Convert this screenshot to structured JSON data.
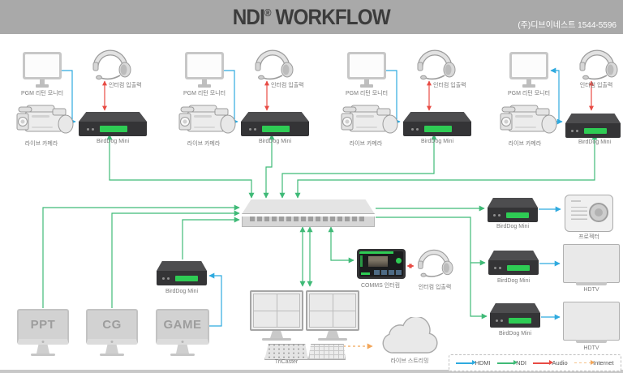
{
  "header": {
    "title_name": "NDI",
    "title_reg": "®",
    "title_suffix": " WORKFLOW",
    "company": "(주)디브이네스트 1544-5596"
  },
  "labels": {
    "pgm_monitor": "PGM 리턴 모니터",
    "intercom_io": "인터컴 입출력",
    "live_camera": "라이브 카메라",
    "birddog": "BirdDog Mini",
    "projector": "프로젝터",
    "hdtv": "HDTV",
    "ppt": "PPT",
    "cg": "CG",
    "game": "GAME",
    "tricaster": "TriCaster",
    "comms": "COMMS 인터컴",
    "streaming": "라이브 스트리밍"
  },
  "legend": {
    "items": [
      {
        "label": "HDMI",
        "color": "#2faadf",
        "style": "solid"
      },
      {
        "label": "NDI",
        "color": "#3fba77",
        "style": "solid"
      },
      {
        "label": "Audio",
        "color": "#e84b44",
        "style": "solid"
      },
      {
        "label": "Internet",
        "color": "#f2a65a",
        "style": "dashed"
      }
    ]
  },
  "colors": {
    "header_bg": "#a9a9a9",
    "birddog_led": "#2ecc54",
    "device_gray": "#e9e9e9"
  }
}
